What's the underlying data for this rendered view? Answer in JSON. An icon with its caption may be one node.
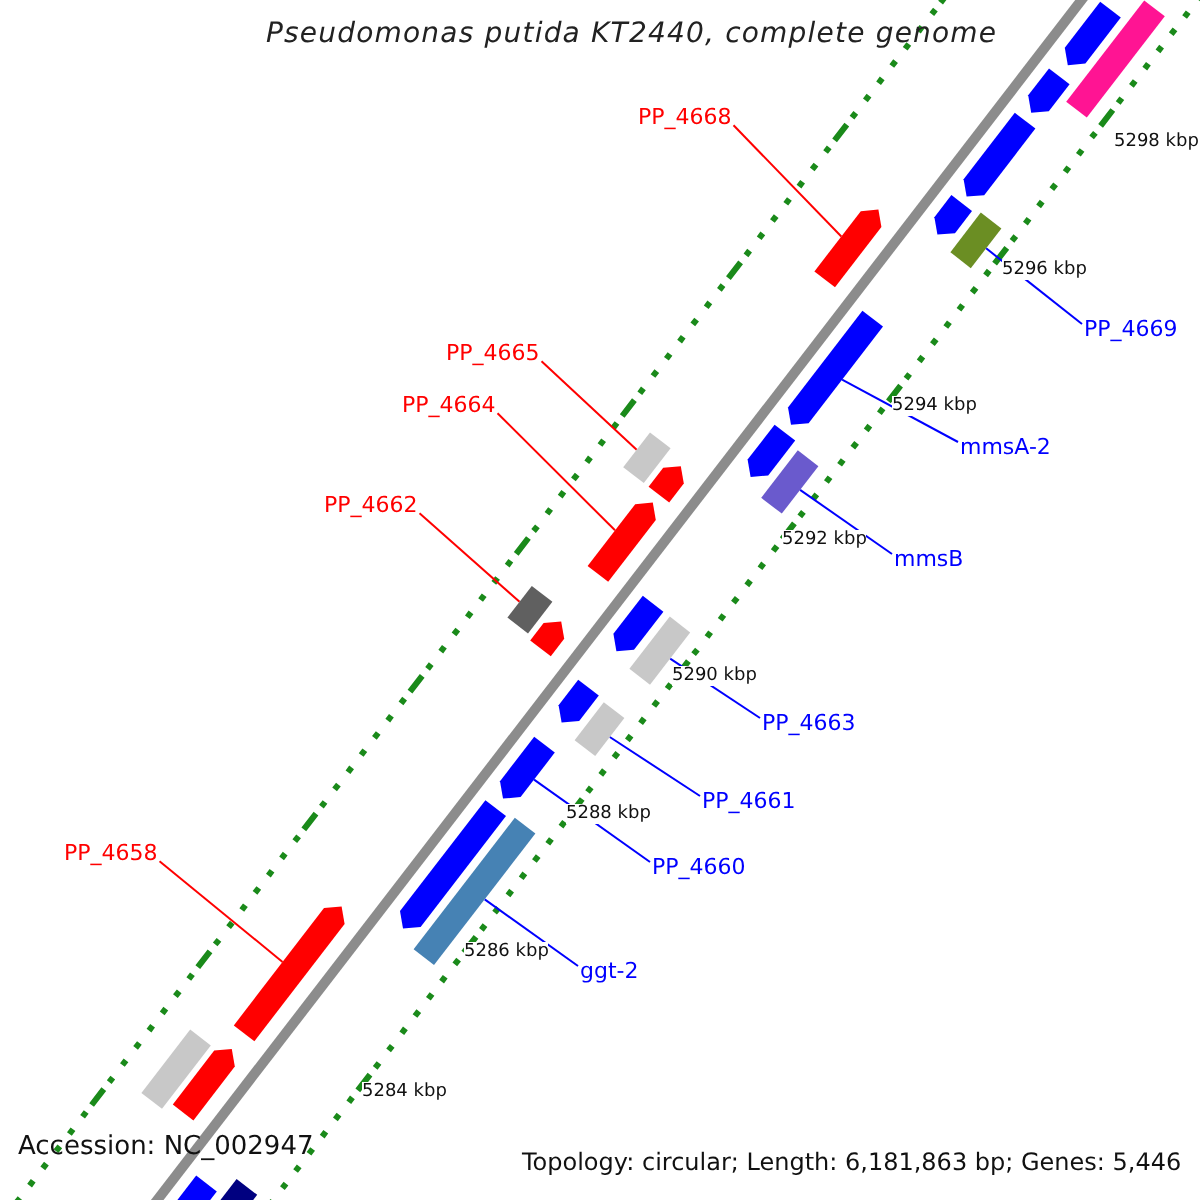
{
  "diagram": {
    "title": "Pseudomonas putida KT2440, complete genome",
    "nodes": [
      {
        "text": [
          "PP_4668"
        ]
      },
      {
        "text": [
          "PP_4669"
        ]
      },
      {
        "text": [
          "PP_4665"
        ]
      },
      {
        "text": [
          "PP_4664"
        ]
      },
      {
        "text": [
          "mmsA-2"
        ]
      },
      {
        "text": [
          "PP_4662"
        ]
      },
      {
        "text": [
          "mmsB"
        ]
      },
      {
        "text": [
          "PP_4663"
        ]
      },
      {
        "text": [
          "PP_4661"
        ]
      },
      {
        "text": [
          "PP_4658"
        ]
      },
      {
        "text": [
          "PP_4660"
        ]
      },
      {
        "text": [
          "ggt-2"
        ]
      },
      {
        "text": [],
        "shape": "arrow"
      },
      {
        "text": [],
        "shape": "box"
      },
      {
        "text": [],
        "shape": "box"
      },
      {
        "text": [],
        "shape": "arrow"
      },
      {
        "text": [],
        "shape": "arrow"
      },
      {
        "text": [],
        "shape": "box"
      },
      {
        "text": [],
        "shape": "box"
      },
      {
        "text": [],
        "shape": "box"
      },
      {
        "text": [],
        "shape": "box"
      },
      {
        "text": [],
        "shape": "arrow"
      },
      {
        "text": [],
        "shape": "arrow"
      },
      {
        "text": [],
        "shape": "box"
      },
      {
        "text": [],
        "shape": "arrow"
      },
      {
        "text": [],
        "shape": "box"
      },
      {
        "text": [],
        "shape": "arrow"
      },
      {
        "text": [],
        "shape": "arrow"
      },
      {
        "text": [],
        "shape": "arrow"
      },
      {
        "text": [],
        "shape": "arrow"
      },
      {
        "text": [],
        "shape": "arrow"
      },
      {
        "text": [],
        "shape": "arrow"
      },
      {
        "text": [],
        "shape": "arrow"
      },
      {
        "text": [],
        "shape": "arrow"
      },
      {
        "text": [],
        "shape": "arrow"
      },
      {
        "text": [],
        "shape": "arrow"
      },
      {
        "text": [],
        "shape": "arrow"
      },
      {
        "text": [],
        "shape": "box"
      },
      {
        "text": [],
        "shape": "box"
      }
    ],
    "edges": [
      {
        "from": 0,
        "to": 12,
        "arrow": "none",
        "color": "#ff0000"
      },
      {
        "from": 1,
        "to": 13,
        "arrow": "none"
      },
      {
        "from": 2,
        "to": 14,
        "arrow": "none",
        "color": "#ff0000"
      },
      {
        "from": 3,
        "to": 15,
        "arrow": "none",
        "color": "#ff0000"
      },
      {
        "from": 4,
        "to": 16,
        "arrow": "none"
      },
      {
        "from": 5,
        "to": 17,
        "arrow": "none",
        "color": "#ff0000"
      },
      {
        "from": 6,
        "to": 18,
        "arrow": "none"
      },
      {
        "from": 7,
        "to": 19,
        "arrow": "none"
      },
      {
        "from": 8,
        "to": 20,
        "arrow": "none"
      },
      {
        "from": 9,
        "to": 21,
        "arrow": "none",
        "color": "#ff0000"
      },
      {
        "from": 10,
        "to": 22,
        "arrow": "none"
      },
      {
        "from": 11,
        "to": 23,
        "arrow": "none"
      }
    ],
    "labels": [
      "5298 kbp",
      "5296 kbp",
      "5294 kbp",
      "5292 kbp",
      "5290 kbp",
      "5288 kbp",
      "5286 kbp",
      "5284 kbp",
      "Accession: NC_002947",
      "Topology: circular; Length: 6,181,863 bp; Genes: 5,446"
    ]
  }
}
